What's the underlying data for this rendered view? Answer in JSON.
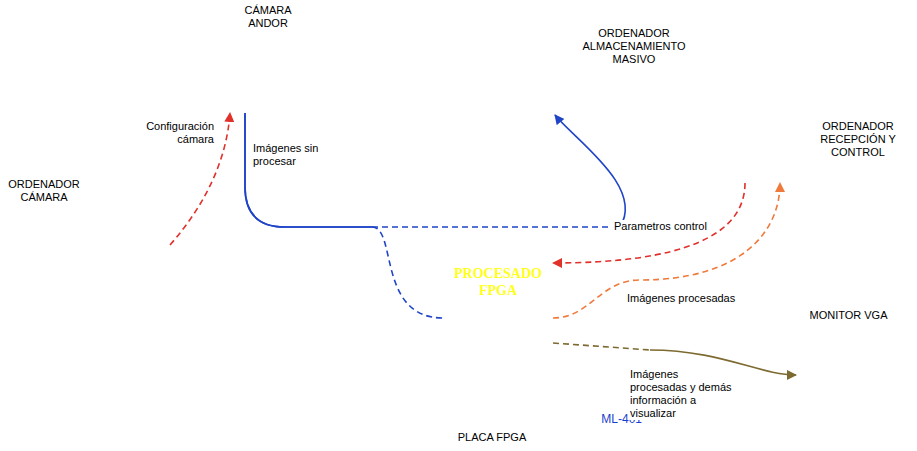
{
  "diagram": {
    "nodes": [
      {
        "text": [
          "CÁMARA ANDOR"
        ]
      },
      {
        "text": [
          "ORDENADOR ALMACENAMIENTO MASIVO"
        ]
      },
      {
        "text": [
          "ORDENADOR CÁMARA"
        ]
      },
      {
        "text": [
          "ORDENADOR RECEPCIÓN Y CONTROL"
        ]
      },
      {
        "text": [
          "ML-401",
          "PLACA FPGA"
        ]
      },
      {
        "text": [
          "PROCESADO FPGA"
        ],
        "in": 4
      },
      {
        "text": [
          "MONITOR VGA"
        ]
      }
    ],
    "edges": [
      {
        "from": 2,
        "to": 0,
        "arrow": "to",
        "label": "Configuración cámara"
      },
      {
        "from": 0,
        "to": 1,
        "arrow": "to",
        "label": "Imágenes sin procesar"
      },
      {
        "from": 0,
        "to": 5,
        "arrow": "none"
      },
      {
        "from": 3,
        "to": 5,
        "arrow": "to",
        "label": "Parametros control"
      },
      {
        "from": 5,
        "to": 3,
        "arrow": "to",
        "label": "Imágenes procesadas"
      },
      {
        "from": 5,
        "to": 6,
        "arrow": "to",
        "label": "Imágenes procesadas y demás información a visualizar"
      }
    ]
  }
}
